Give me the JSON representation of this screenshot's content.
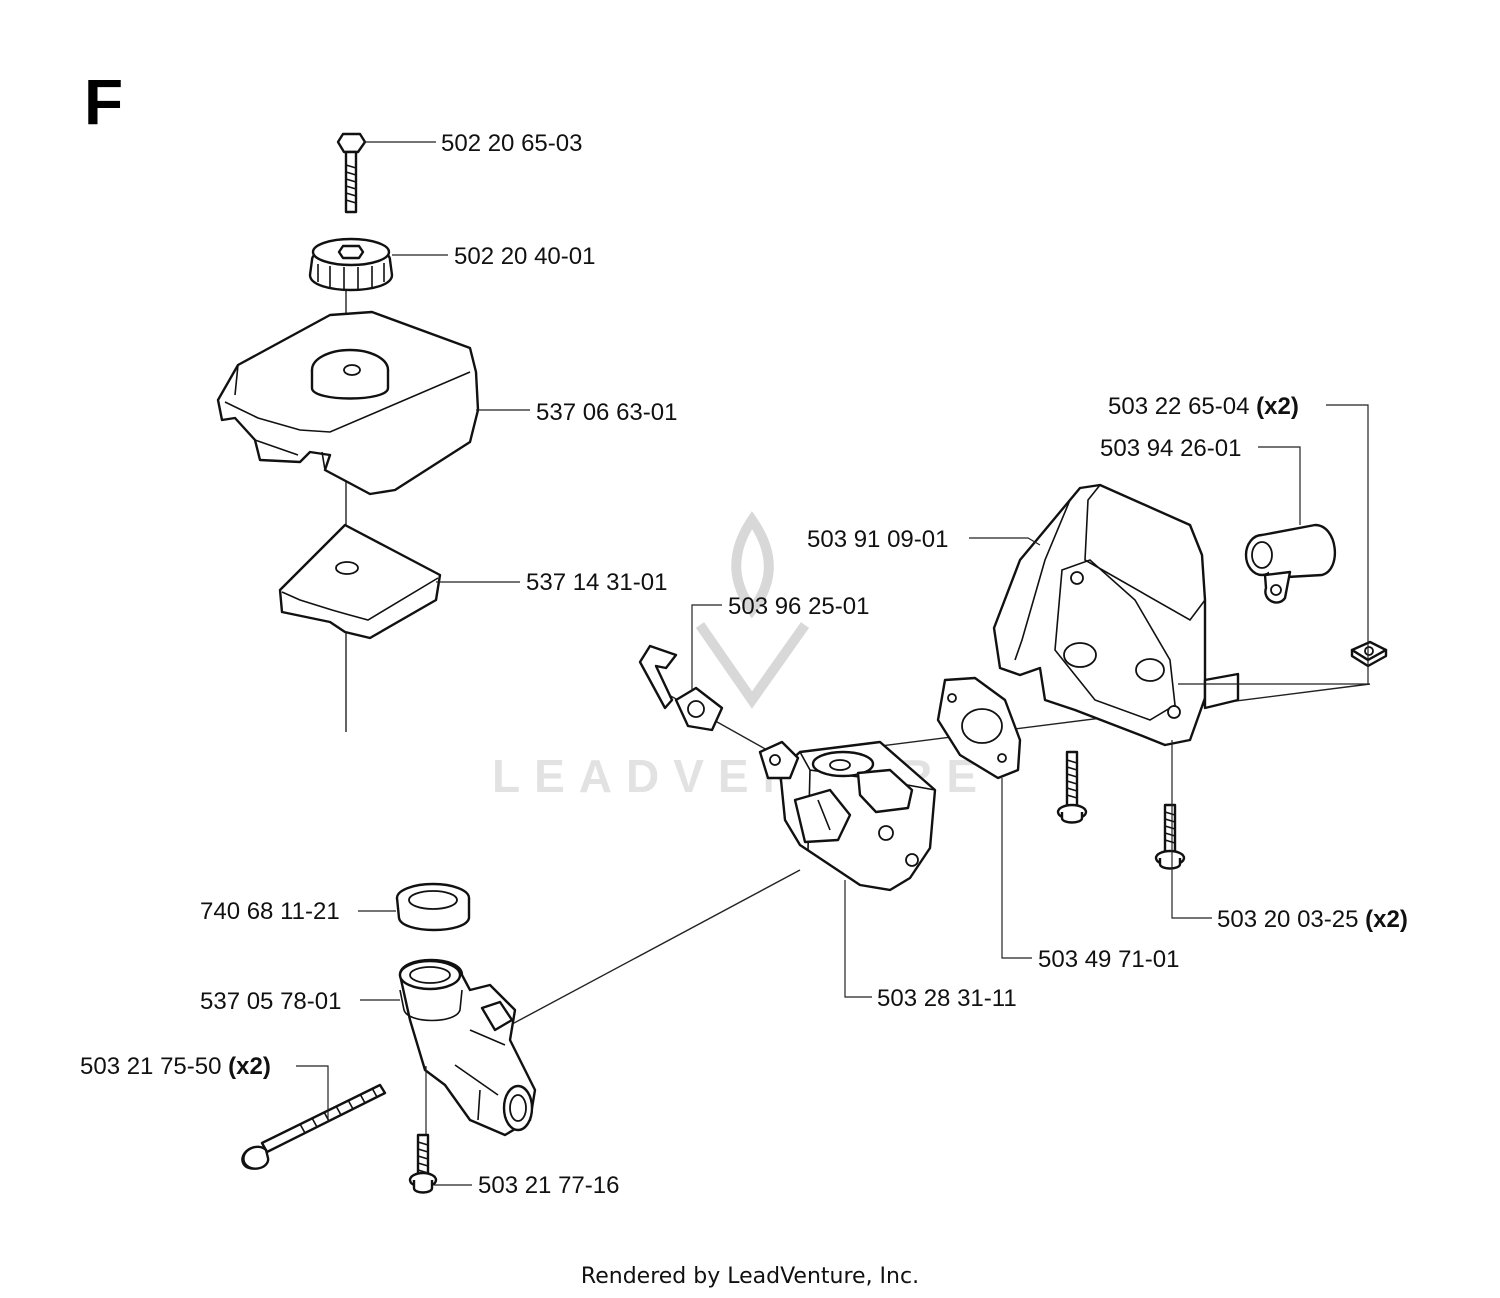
{
  "section_letter": "F",
  "footer_text": "Rendered by LeadVenture, Inc.",
  "watermark_text": "LEADVENTURE",
  "labels": [
    {
      "id": "bolt-cover",
      "part_no": "502 20 65-03",
      "qty": ""
    },
    {
      "id": "knob-nut",
      "part_no": "502 20 40-01",
      "qty": ""
    },
    {
      "id": "air-filter-cover",
      "part_no": "537 06 63-01",
      "qty": ""
    },
    {
      "id": "air-filter",
      "part_no": "537 14 31-01",
      "qty": ""
    },
    {
      "id": "nut-square",
      "part_no": "503 22 65-04",
      "qty": "(x2)"
    },
    {
      "id": "fuel-line-sleeve",
      "part_no": "503 94 26-01",
      "qty": ""
    },
    {
      "id": "filter-holder",
      "part_no": "503 91 09-01",
      "qty": ""
    },
    {
      "id": "choke-lever",
      "part_no": "503 96 25-01",
      "qty": ""
    },
    {
      "id": "holder-screw",
      "part_no": "503 20 03-25",
      "qty": "(x2)"
    },
    {
      "id": "gasket",
      "part_no": "503 49 71-01",
      "qty": ""
    },
    {
      "id": "carburetor",
      "part_no": "503 28 31-11",
      "qty": ""
    },
    {
      "id": "ring-seal",
      "part_no": "740 68 11-21",
      "qty": ""
    },
    {
      "id": "intake-manifold",
      "part_no": "537 05 78-01",
      "qty": ""
    },
    {
      "id": "long-screw",
      "part_no": "503 21 75-50",
      "qty": "(x2)"
    },
    {
      "id": "manifold-screw",
      "part_no": "503 21 77-16",
      "qty": ""
    }
  ]
}
